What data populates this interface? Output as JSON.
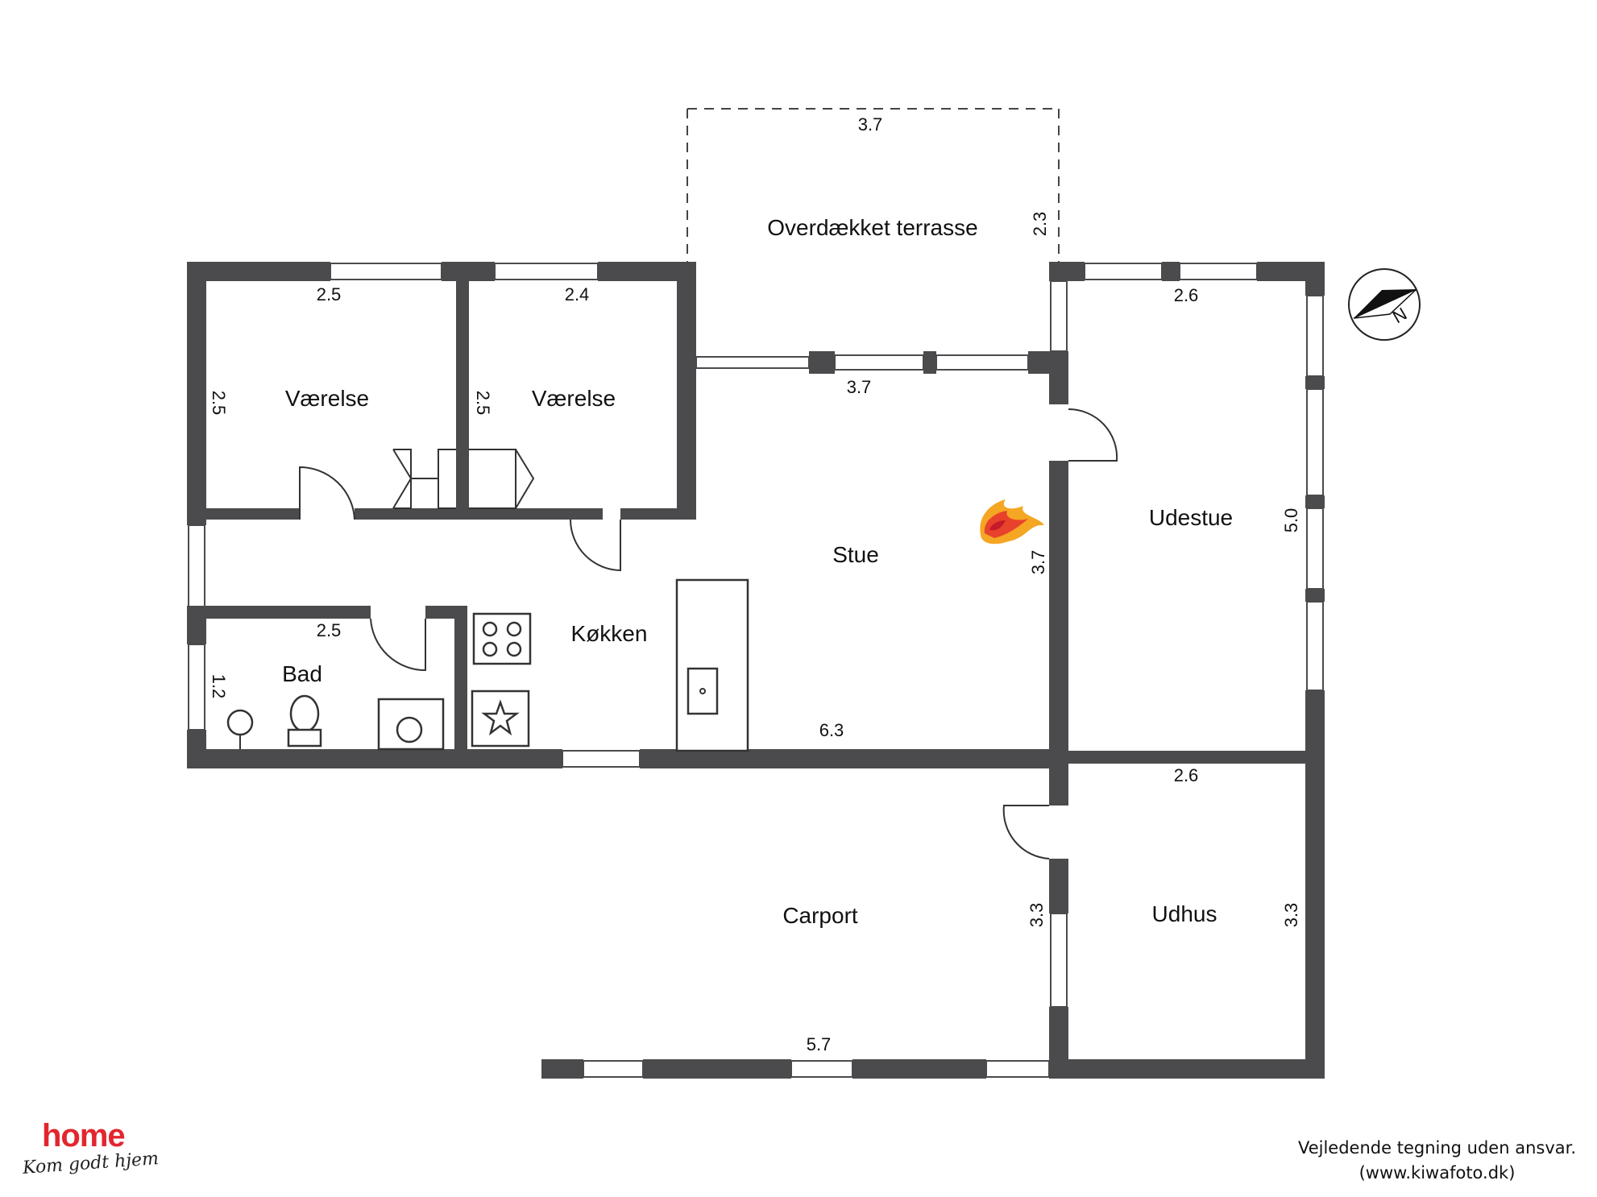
{
  "rooms": {
    "terrace": "Overdækket terrasse",
    "vaerelse1": "Værelse",
    "vaerelse2": "Værelse",
    "bad": "Bad",
    "koekken": "Køkken",
    "stue": "Stue",
    "udestue": "Udestue",
    "carport": "Carport",
    "udhus": "Udhus"
  },
  "dimensions": {
    "terrace_width": "3.7",
    "terrace_depth": "2.3",
    "vaerelse1_width": "2.5",
    "vaerelse1_depth": "2.5",
    "vaerelse2_width": "2.4",
    "vaerelse2_depth": "2.5",
    "stue_window": "3.7",
    "stue_depth": "3.7",
    "bad_width": "2.5",
    "bad_depth": "1.2",
    "main_bottom": "6.3",
    "udestue_width": "2.6",
    "udestue_depth": "5.0",
    "udhus_width": "2.6",
    "udhus_depth_left": "3.3",
    "udhus_depth_right": "3.3",
    "carport_width": "5.7"
  },
  "compass": {
    "label": "N"
  },
  "branding": {
    "logo": "home",
    "tagline": "Kom godt hjem"
  },
  "disclaimer": {
    "line1": "Vejledende tegning uden ansvar.",
    "line2": "(www.kiwafoto.dk)"
  }
}
